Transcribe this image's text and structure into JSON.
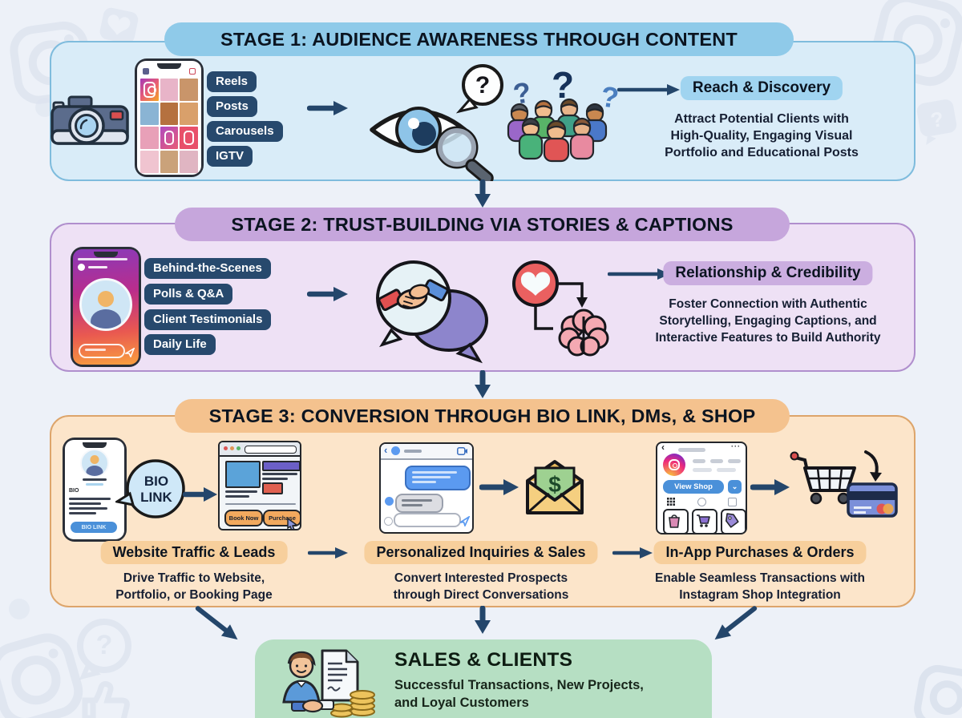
{
  "stage1": {
    "title": "STAGE 1: AUDIENCE AWARENESS THROUGH CONTENT",
    "labels": [
      "Reels",
      "Posts",
      "Carousels",
      "IGTV"
    ],
    "outcome_title": "Reach & Discovery",
    "outcome_lines": [
      "Attract Potential Clients with",
      "High-Quality, Engaging Visual",
      "Portfolio and Educational Posts"
    ]
  },
  "stage2": {
    "title": "STAGE 2: TRUST-BUILDING VIA STORIES & CAPTIONS",
    "labels": [
      "Behind-the-Scenes",
      "Polls & Q&A",
      "Client Testimonials",
      "Daily Life"
    ],
    "outcome_title": "Relationship & Credibility",
    "outcome_lines": [
      "Foster Connection with Authentic",
      "Storytelling, Engaging Captions, and",
      "Interactive Features to Build Authority"
    ]
  },
  "stage3": {
    "title": "STAGE 3: CONVERSION THROUGH BIO LINK, DMs, & SHOP",
    "bio_text": "BIO",
    "bio_bubble_line1": "BIO",
    "bio_bubble_line2": "LINK",
    "bio_button": "BIO LINK",
    "book_now": "Book Now",
    "purchase": "Purchase",
    "view_shop": "View Shop",
    "col1_title": "Website Traffic & Leads",
    "col1_lines": [
      "Drive Traffic to Website,",
      "Portfolio, or Booking Page"
    ],
    "col2_title": "Personalized Inquiries & Sales",
    "col2_lines": [
      "Convert Interested Prospects",
      "through Direct Conversations"
    ],
    "col3_title": "In-App Purchases & Orders",
    "col3_lines": [
      "Enable Seamless Transactions with",
      "Instagram Shop Integration"
    ]
  },
  "final": {
    "title": "SALES & CLIENTS",
    "lines": [
      "Successful Transactions, New Projects,",
      "and Loyal Customers"
    ]
  },
  "icons": {
    "question_mark": "?",
    "dollar": "$",
    "chevron_left": "‹",
    "chevron_down": "⌄",
    "ellipsis": "···"
  },
  "colors": {
    "navy_arrow": "#24466b",
    "tag_navy": "#27496d",
    "stage1_fill": "#d9ecf8",
    "stage1_header": "#8fcae9",
    "stage2_fill": "#eee1f5",
    "stage2_header": "#c6a6dc",
    "stage3_fill": "#fce5ca",
    "stage3_header": "#f4c28e",
    "final_fill": "#b6dfc3",
    "outcome1_pill": "#a0d4f0",
    "outcome2_pill": "#cbaee0",
    "stage3_pill": "#f7cf9c"
  }
}
